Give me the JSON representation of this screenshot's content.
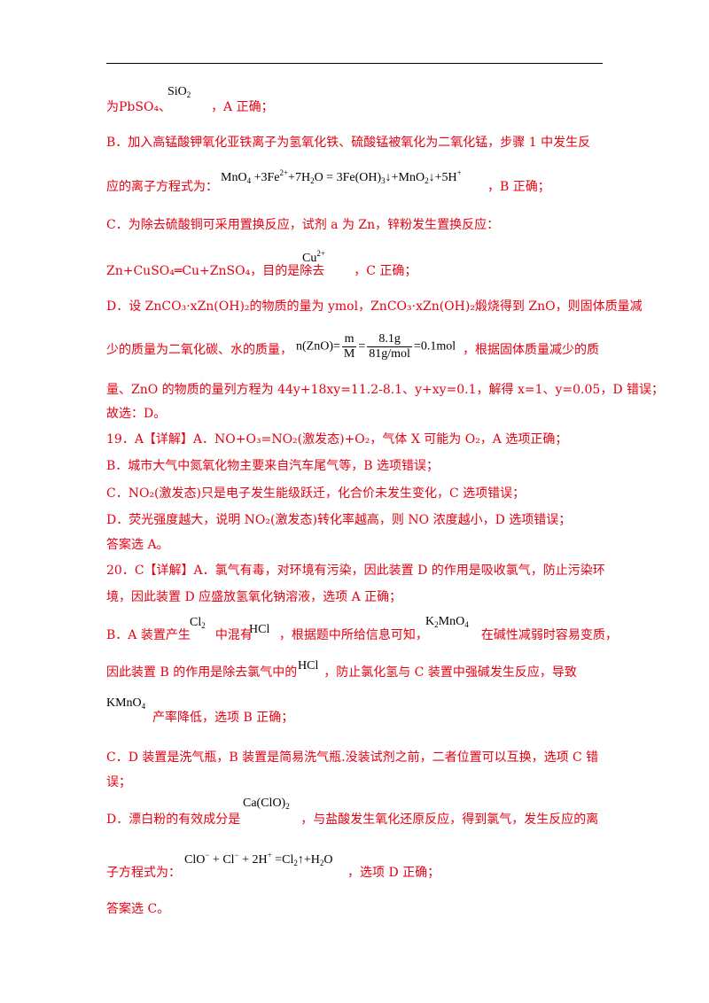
{
  "lines": {
    "l1": "为PbSO₄、",
    "l1b": "，A 正确；",
    "l2": "B．加入高锰酸钾氧化亚铁离子为氢氧化铁、硫酸锰被氧化为二氧化锰，步骤 1 中发生反",
    "l3a": "应的离子方程式为：",
    "l3b": "，B 正确；",
    "l4": "C．为除去硫酸铜可采用置换反应，试剂 a 为 Zn，锌粉发生置换反应：",
    "l5a": "Zn+CuSO₄═Cu+ZnSO₄，目的是除去",
    "l5b": "，C 正确；",
    "l6": "D．设 ZnCO₃·xZn(OH)₂的物质的量为 ymol，ZnCO₃·xZn(OH)₂煅烧得到 ZnO，则固体质量减",
    "l7a": "少的质量为二氧化碳、水的质量，",
    "l7b": "，根据固体质量减少的质",
    "l8": "量、ZnO 的物质的量列方程为 44y+18xy=11.2-8.1、y+xy=0.1，解得  x=1、y=0.05，D 错误；",
    "l9": "故选：D。",
    "l10": "19．A【详解】A．NO+O₃=NO₂(激发态)+O₂，气体 X 可能为 O₂，A 选项正确；",
    "l11": "B．城市大气中氮氧化物主要来自汽车尾气等，B 选项错误；",
    "l12": "C．NO₂(激发态)只是电子发生能级跃迁，化合价未发生变化，C 选项错误；",
    "l13": "D．荧光强度越大，说明 NO₂(激发态)转化率越高，则 NO 浓度越小，D 选项错误；",
    "l14": "答案选 A。",
    "l15": "20．C【详解】A．氯气有毒，对环境有污染，因此装置 D 的作用是吸收氯气，防止污染环",
    "l16": "境，因此装置 D 应盛放氢氧化钠溶液，选项 A 正确；",
    "l17a": "B．A 装置产生",
    "l17b": "中混有",
    "l17c": "，根据题中所给信息可知，",
    "l17d": "在碱性减弱时容易变质，",
    "l18a": "因此装置 B 的作用是除去氯气中的",
    "l18b": "，防止氯化氢与 C 装置中强碱发生反应，导致",
    "l19b": "产率降低，选项 B 正确；",
    "l20": "C．D 装置是洗气瓶，B 装置是简易洗气瓶.没装试剂之前，二者位置可以互换，选项 C 错",
    "l21": "误；",
    "l22a": "D．漂白粉的有效成分是",
    "l22b": "，与盐酸发生氧化还原反应，得到氯气，发生反应的离",
    "l23a": "子方程式为：",
    "l23b": "，选项 D 正确；",
    "l24": "答案选 C。"
  },
  "formulas": {
    "sio2": "SiO",
    "sio2_sub": "2",
    "mno4_eq": "MnO",
    "mno4_eq_sub": "4",
    "eq_b_mid": " +3Fe",
    "eq_b_sup": "2+",
    "eq_b_rest": "+7H",
    "eq_b_sub1": "2",
    "eq_b_rest2": "O = 3Fe",
    "eq_b_paren": "(OH)",
    "eq_b_sub2": "3",
    "eq_b_rest3": "↓+MnO",
    "eq_b_sub3": "2",
    "eq_b_rest4": "↓+5H",
    "eq_b_sup2": "+",
    "cu": "Cu",
    "cu_sup": "2+",
    "nzno": "n(ZnO)=",
    "frac1_num": "m",
    "frac1_den": "M",
    "eq_sign": "=",
    "frac2_num": "8.1g",
    "frac2_den": "81g/mol",
    "result": "=0.1mol",
    "cl2": "Cl",
    "cl2_sub": "2",
    "hcl": "HCl",
    "k2mno4_k": "K",
    "k2mno4_sub1": "2",
    "k2mno4_rest": "MnO",
    "k2mno4_sub2": "4",
    "hcl2": "HCl",
    "kmno4": "KMnO",
    "kmno4_sub": "4",
    "caclo2": "Ca(ClO)",
    "caclo2_sub": "2",
    "ion_eq_1": "ClO",
    "ion_eq_sup1": "−",
    "ion_eq_2": " + Cl",
    "ion_eq_sup2": "−",
    "ion_eq_3": " + 2H",
    "ion_eq_sup3": "+",
    "ion_eq_4": " =Cl",
    "ion_eq_sub4": "2",
    "ion_eq_5": "↑+H",
    "ion_eq_sub5": "2",
    "ion_eq_6": "O"
  }
}
